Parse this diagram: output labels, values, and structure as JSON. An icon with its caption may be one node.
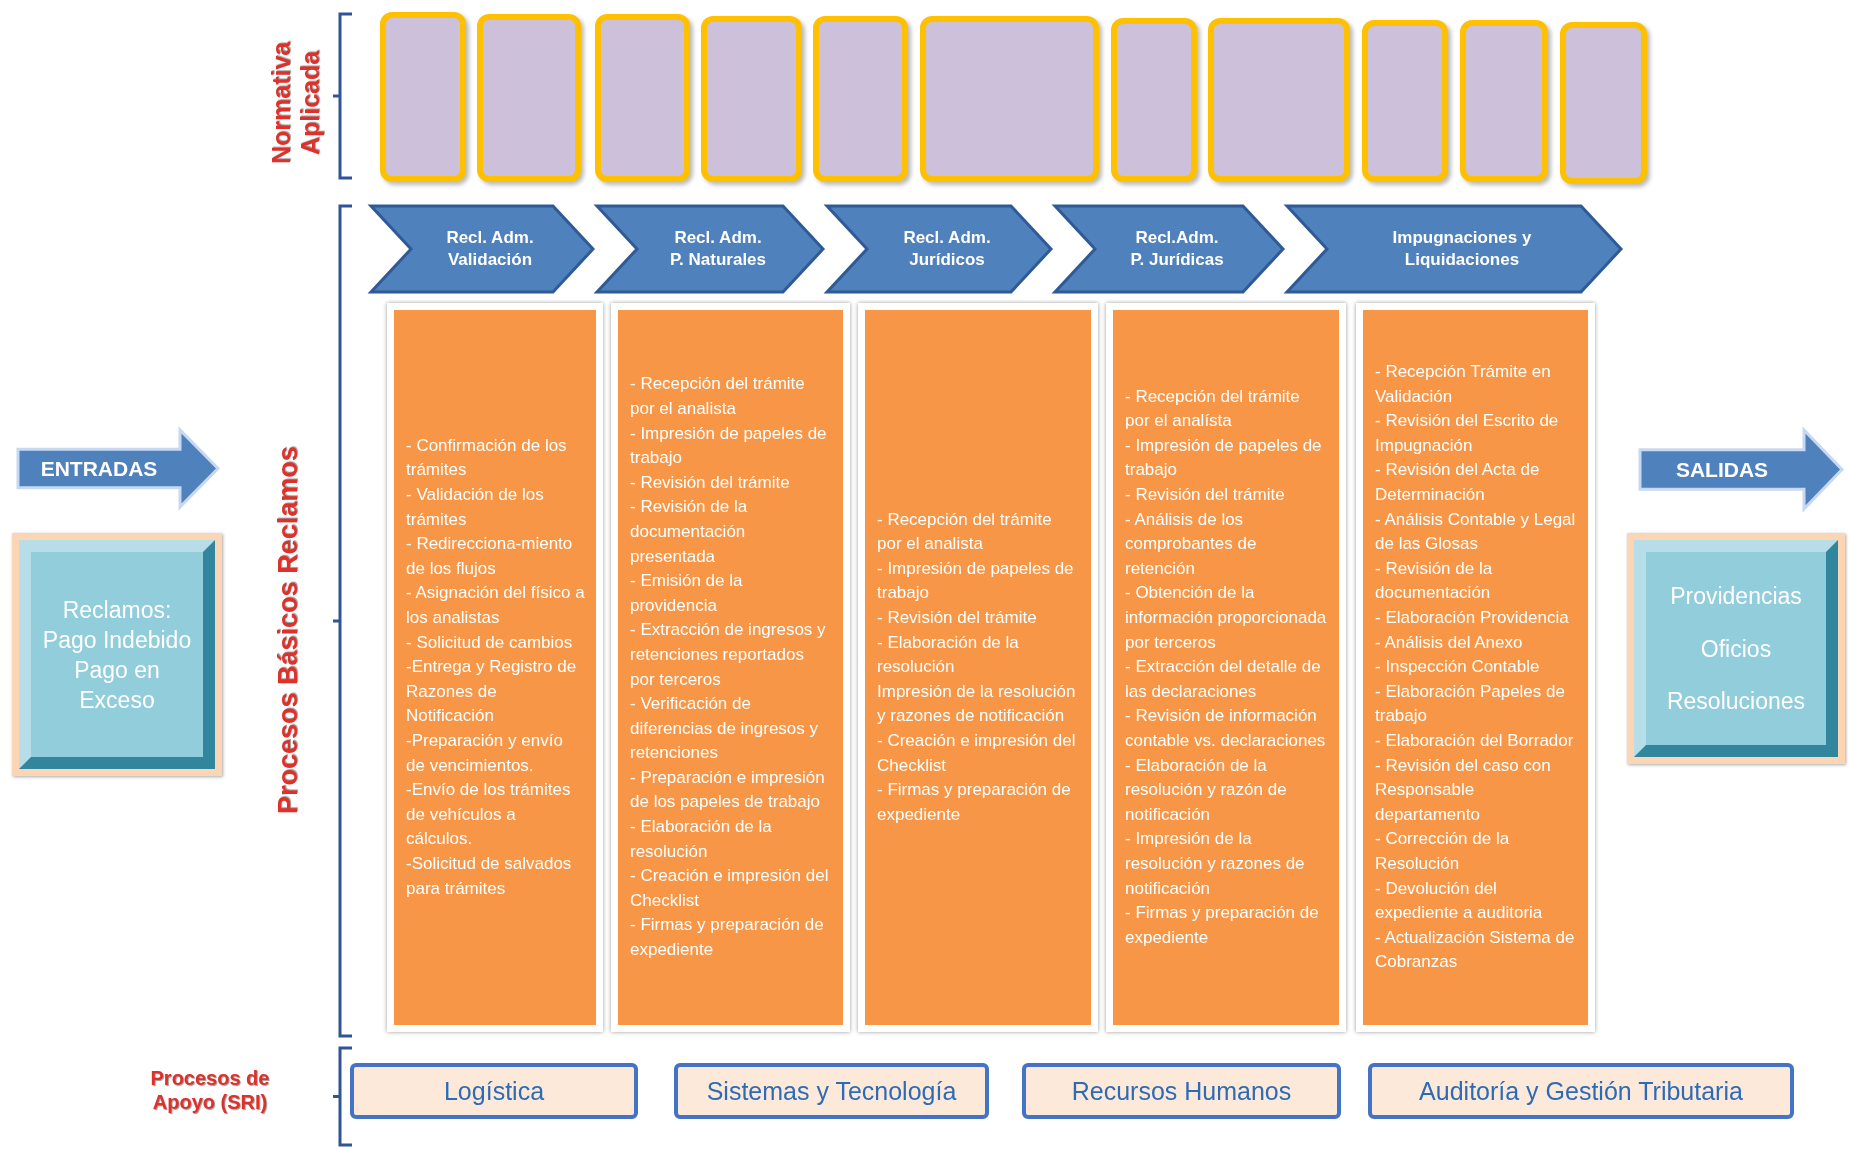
{
  "diagram": {
    "nodes": [
      {
        "text": [],
        "shape": "box"
      },
      {
        "text": [],
        "shape": "box"
      },
      {
        "text": [],
        "shape": "box"
      },
      {
        "text": [],
        "shape": "box"
      },
      {
        "text": [],
        "shape": "box"
      },
      {
        "text": [],
        "shape": "box"
      },
      {
        "text": [],
        "shape": "box"
      },
      {
        "text": [],
        "shape": "box"
      },
      {
        "text": [],
        "shape": "box"
      },
      {
        "text": [],
        "shape": "box"
      },
      {
        "text": [],
        "shape": "box"
      },
      {
        "text": [
          "Recl. Adm. Validación"
        ]
      },
      {
        "text": [
          "Recl. Adm. P. Naturales"
        ]
      },
      {
        "text": [
          "Recl. Adm. Jurídicos"
        ]
      },
      {
        "text": [
          "Recl.Adm. P. Jurídicas"
        ]
      },
      {
        "text": [
          "Impugnaciones y Liquidaciones"
        ]
      },
      {
        "text": [
          "ENTRADAS"
        ]
      },
      {
        "text": [
          "Reclamos: Pago Indebido Pago en Exceso"
        ]
      },
      {
        "text": [
          "- Confirmación de los trámites",
          "- Validación de los trámites",
          "- Redirecciona-miento de los flujos",
          "- Asignación del físico a los analistas",
          "- Solicitud de cambios",
          "-Entrega y Registro de Razones de Notificación",
          "-Preparación y envío de vencimientos.",
          "-Envío de los trámites de vehículos a cálculos.",
          "-Solicitud de salvados para trámites"
        ]
      },
      {
        "text": [
          "- Recepción del trámite por el analista",
          "- Impresión de papeles de trabajo",
          "- Revisión del trámite",
          "- Revisión de la documentación presentada",
          "- Emisión de la providencia",
          "- Extracción de ingresos y retenciones reportados por terceros",
          "- Verificación de diferencias de ingresos y retenciones",
          "- Preparación e impresión de los papeles de trabajo",
          "- Elaboración de la resolución",
          "- Creación e impresión del Checklist",
          "- Firmas y preparación de expediente"
        ]
      },
      {
        "text": [
          "- Recepción del trámite por el analista",
          "- Impresión de papeles de trabajo",
          "- Revisión del trámite",
          "- Elaboración de la resolución",
          "Impresión de la resolución y razones de notificación",
          "- Creación e impresión del Checklist",
          "- Firmas y preparación de expediente"
        ]
      },
      {
        "text": [
          "- Recepción del trámite por el analísta",
          "- Impresión de papeles de trabajo",
          "- Revisión del trámite",
          "- Análisis de los comprobantes de retención",
          "- Obtención de la información proporcionada por terceros",
          "- Extracción del detalle de las declaraciones",
          "- Revisión de información contable vs. declaraciones",
          "- Elaboración de la resolución y razón de notificación",
          "- Impresión de la resolución y razones de notificación",
          "- Firmas y preparación de expediente"
        ]
      },
      {
        "text": [
          "- Recepción Trámite en Validación",
          "- Revisión del Escrito de Impugnación",
          "- Revisión del Acta de Determinación",
          "- Análisis Contable y Legal de las Glosas",
          "- Revisión de la documentación",
          "- Elaboración Providencia",
          "- Análisis del Anexo",
          "- Inspección Contable",
          "- Elaboración Papeles de trabajo",
          "- Elaboración del Borrador",
          "- Revisión del caso con Responsable departamento",
          "- Corrección de la Resolución",
          "- Devolución del expediente a auditoria",
          "- Actualización Sistema de Cobranzas"
        ]
      },
      {
        "text": [
          "SALIDAS"
        ]
      },
      {
        "text": [
          "Providencias",
          "Oficios",
          "Resoluciones"
        ]
      },
      {
        "text": [
          "Logística"
        ]
      },
      {
        "text": [
          "Sistemas y Tecnología"
        ]
      },
      {
        "text": [
          "Recursos Humanos"
        ]
      },
      {
        "text": [
          "Auditoría y Gestión Tributaria"
        ]
      }
    ],
    "labels": [
      "Normativa Aplicada",
      "Procesos Básicos Reclamos",
      "Procesos de Apoyo (SRI)"
    ]
  }
}
